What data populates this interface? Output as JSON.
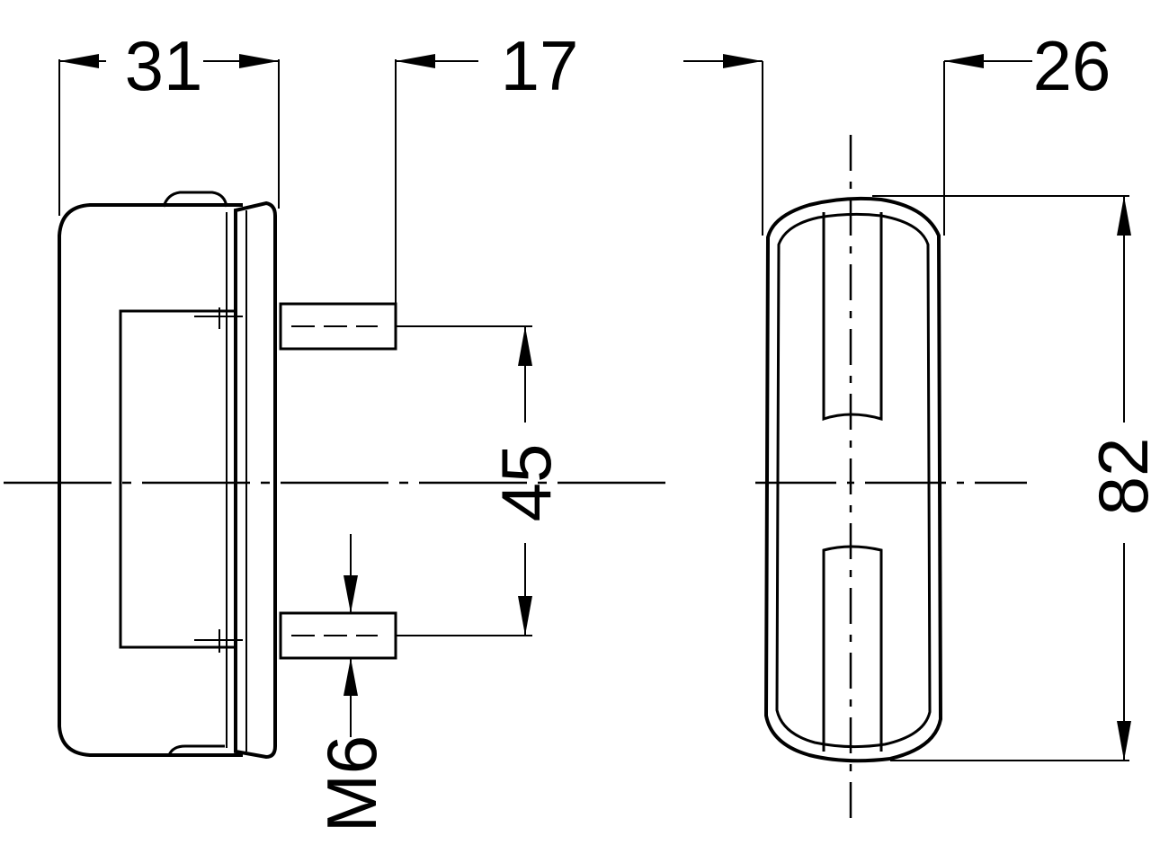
{
  "drawing": {
    "dimensions": {
      "left_depth": "31",
      "stud_length": "17",
      "stud_spacing": "45",
      "thread": "M6",
      "right_depth": "26",
      "height": "82"
    }
  }
}
